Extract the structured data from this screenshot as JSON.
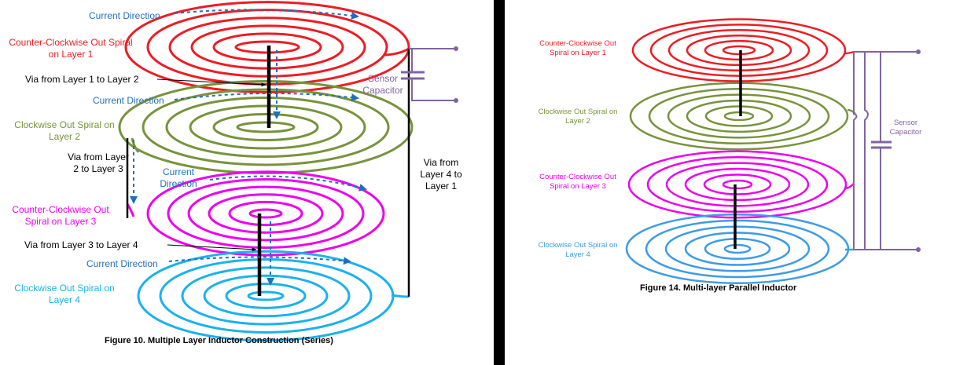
{
  "colors": {
    "red": "#ee1c24",
    "green": "#77933c",
    "magenta": "#ee00ee",
    "blue_series": "#1ab2ec",
    "blue_parallel": "#3d9be9",
    "purple": "#8064a2",
    "arrow": "#1f6fc0",
    "label_blue": "#1f6fc0"
  },
  "series": {
    "caption": "Figure 10. Multiple Layer Inductor Construction (Series)",
    "current_direction": "Current Direction",
    "layer1": "Counter-Clockwise Out Spiral on Layer 1",
    "layer2": "Clockwise Out Spiral on Layer 2",
    "layer3": "Counter-Clockwise Out Spiral on Layer 3",
    "layer4": "Clockwise Out Spiral on Layer 4",
    "via_1_2": "Via from Layer 1 to Layer 2",
    "via_2_3": "Via from Layer 2 to Layer 3",
    "via_3_4": "Via from Layer 3 to Layer 4",
    "via_4_1": "Via from Layer 4 to Layer 1",
    "sensor_capacitor": "Sensor Capacitor"
  },
  "parallel": {
    "caption": "Figure 14. Multi-layer Parallel Inductor",
    "layer1": "Counter-Clockwise Out Spiral on Layer 1",
    "layer2": "Clockwise Out Spiral on Layer 2",
    "layer3": "Counter-Clockwise Out Spiral on Layer 3",
    "layer4": "Clockwise Out Spiral on Layer 4",
    "sensor_capacitor": "Sensor Capacitor"
  }
}
